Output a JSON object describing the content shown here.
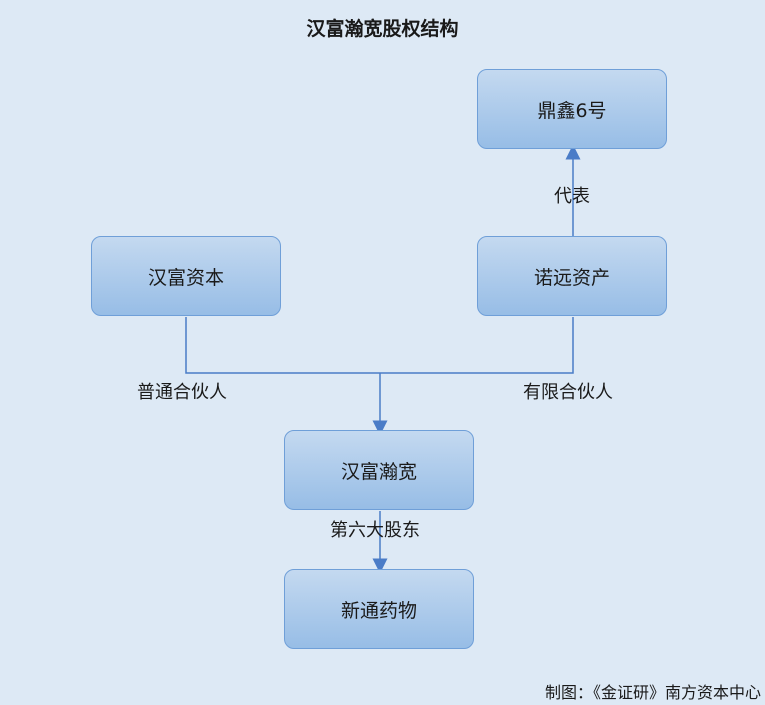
{
  "title": "汉富瀚宽股权结构",
  "nodes": {
    "dingxin": "鼎鑫6号",
    "hanfu_capital": "汉富资本",
    "nuoyuan": "诺远资产",
    "hanfu_hankuan": "汉富瀚宽",
    "xintong": "新通药物"
  },
  "edges": {
    "represent": "代表",
    "general_partner": "普通合伙人",
    "limited_partner": "有限合伙人",
    "sixth_shareholder": "第六大股东"
  },
  "credit": "制图：《金证研》南方资本中心",
  "colors": {
    "background": "#dde9f5",
    "node_fill": "#a9c8ec",
    "line": "#4a7cc7"
  }
}
